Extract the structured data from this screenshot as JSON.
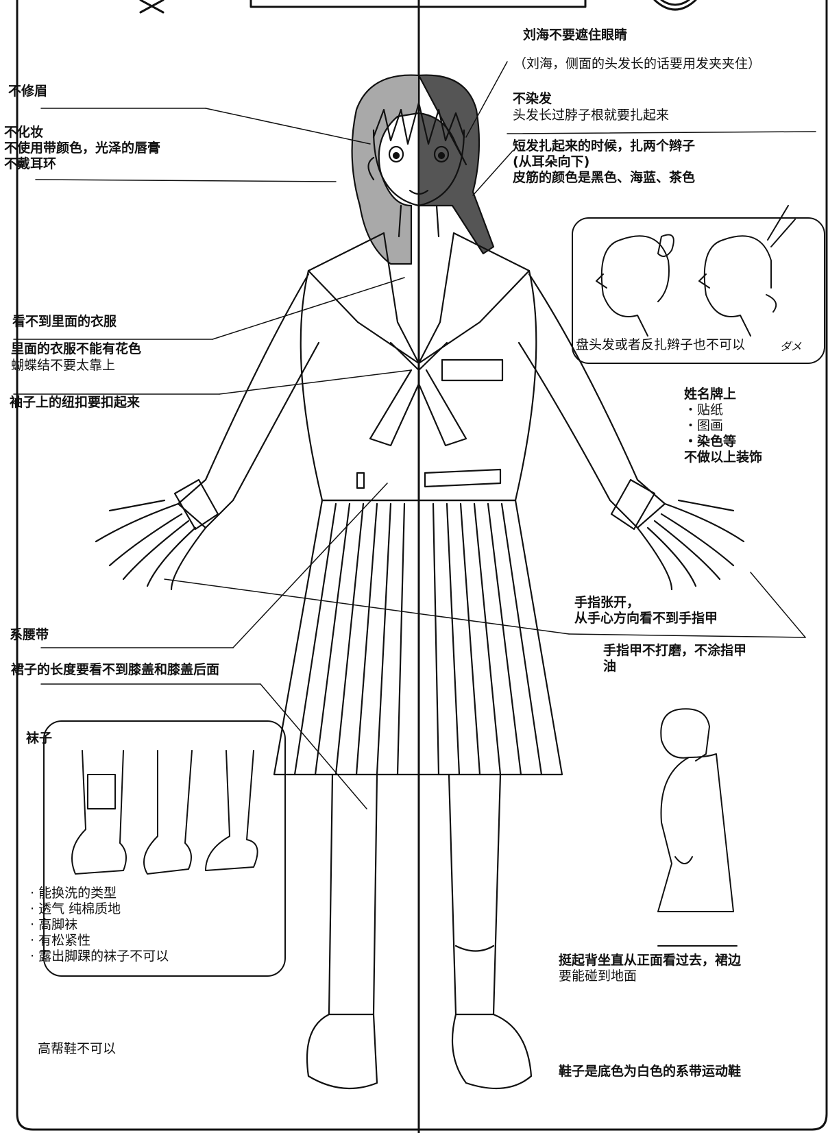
{
  "left": {
    "no_eyebrow": "不修眉",
    "makeup": [
      "不化妆",
      "不使用带颜色，光泽的唇膏",
      "不戴耳环"
    ],
    "inner_clothes": "看不到里面的衣服",
    "inner_pattern": "里面的衣服不能有花色",
    "bow_note": "蝴蝶结不要太靠上",
    "sleeve_button": "袖子上的纽扣要扣起来",
    "belt": "系腰带",
    "skirt_length": "裙子的长度要看不到膝盖和膝盖后面",
    "socks_title": "袜子",
    "socks_items": [
      "· 能换洗的类型",
      "· 透气 纯棉质地",
      "· 高脚袜",
      "· 有松紧性",
      "· 露出脚踝的袜子不可以"
    ],
    "high_shoes": "高帮鞋不可以"
  },
  "right": {
    "bangs_title": "刘海不要遮住眼睛",
    "bangs_note": "（刘海，侧面的头发长的话要用发夹夹住）",
    "hair_dye": "不染发",
    "hair_tie": "头发长过脖子根就要扎起来",
    "short_hair": [
      "短发扎起来的时候，扎两个辫子",
      "(从耳朵向下)",
      "皮筋的颜色是黑色、海蓝、茶色"
    ],
    "bun_caption": "盘头发或者反扎辫子也不可以",
    "bun_dame": "ダメ",
    "name_tag": [
      "姓名牌上",
      "・贴纸",
      "・图画",
      "・染色等",
      "不做以上装饰"
    ],
    "fingers": [
      "手指张开，",
      "从手心方向看不到手指甲"
    ],
    "nails": [
      "手指甲不打磨，不涂指甲",
      "油"
    ],
    "sitting": [
      "挺起背坐直从正面看过去，裙边",
      "要能碰到地面"
    ],
    "shoes": "鞋子是底色为白色的系带运动鞋"
  },
  "colors": {
    "line": "#111111",
    "hair_left": "#a9a9a9",
    "hair_right": "#555555",
    "background": "#ffffff"
  }
}
